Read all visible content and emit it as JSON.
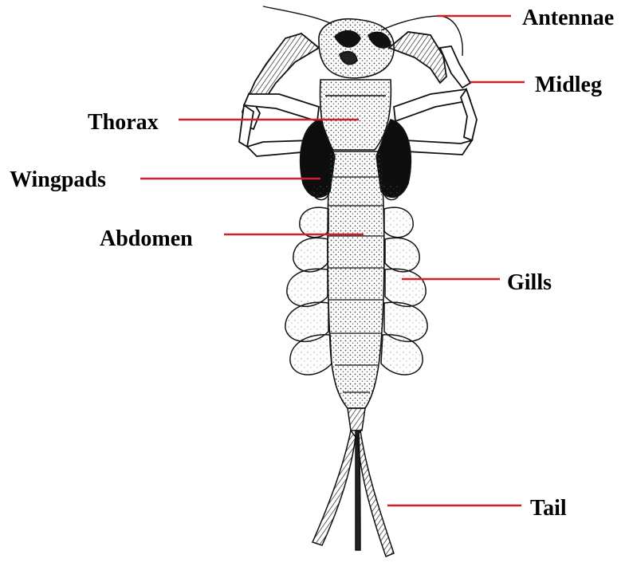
{
  "labels": {
    "antennae": "Antennae",
    "midleg": "Midleg",
    "thorax": "Thorax",
    "wingpads": "Wingpads",
    "abdomen": "Abdomen",
    "gills": "Gills",
    "tail": "Tail"
  },
  "colors": {
    "leader_line": "#d0202a",
    "ink": "#111111",
    "stipple": "#444444",
    "background": "#ffffff"
  }
}
